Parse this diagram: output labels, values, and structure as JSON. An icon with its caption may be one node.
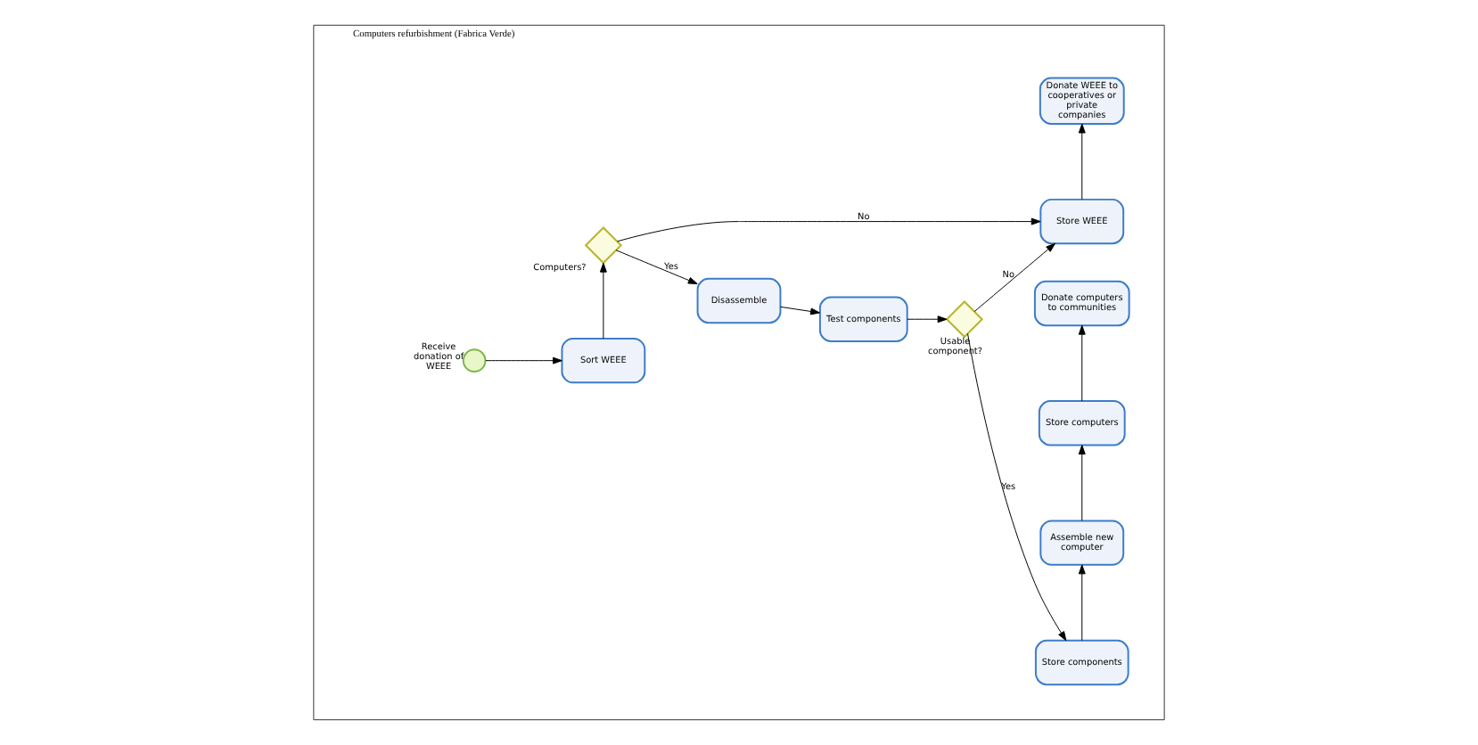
{
  "diagram": {
    "nodes": [
      {
        "text": [
          "Computers refurbishment (Fabrica Verde)"
        ]
      },
      {
        "text": [],
        "shape": "circle",
        "beside": [
          "Receive donation of WEEE"
        ],
        "in": 0
      },
      {
        "text": [
          "Sort WEEE"
        ],
        "in": 0
      },
      {
        "text": [],
        "shape": "diamond",
        "beside": [
          "Computers?"
        ],
        "in": 0
      },
      {
        "text": [
          "Disassemble"
        ],
        "in": 0
      },
      {
        "text": [
          "Test components"
        ],
        "in": 0
      },
      {
        "text": [],
        "shape": "diamond",
        "beside": [
          "Usable component?"
        ],
        "in": 0
      },
      {
        "text": [
          "Store components"
        ],
        "in": 0
      },
      {
        "text": [
          "Assemble new computer"
        ],
        "in": 0
      },
      {
        "text": [
          "Store computers"
        ],
        "in": 0
      },
      {
        "text": [
          "Donate computers to communities"
        ],
        "in": 0
      },
      {
        "text": [
          "Store WEEE"
        ],
        "in": 0
      },
      {
        "text": [
          "Donate WEEE to cooperatives or private companies"
        ],
        "in": 0
      }
    ],
    "edges": [
      {
        "from": 1,
        "to": 2,
        "arrow": "to"
      },
      {
        "from": 2,
        "to": 3,
        "arrow": "to"
      },
      {
        "from": 3,
        "to": 4,
        "arrow": "to",
        "label": "Yes"
      },
      {
        "from": 3,
        "to": 11,
        "arrow": "to",
        "label": "No"
      },
      {
        "from": 4,
        "to": 5,
        "arrow": "to"
      },
      {
        "from": 5,
        "to": 6,
        "arrow": "to"
      },
      {
        "from": 6,
        "to": 7,
        "arrow": "to",
        "label": "Yes"
      },
      {
        "from": 6,
        "to": 11,
        "arrow": "to",
        "label": "No"
      },
      {
        "from": 7,
        "to": 8,
        "arrow": "to"
      },
      {
        "from": 8,
        "to": 9,
        "arrow": "to"
      },
      {
        "from": 9,
        "to": 10,
        "arrow": "to"
      },
      {
        "from": 11,
        "to": 12,
        "arrow": "to"
      }
    ]
  }
}
